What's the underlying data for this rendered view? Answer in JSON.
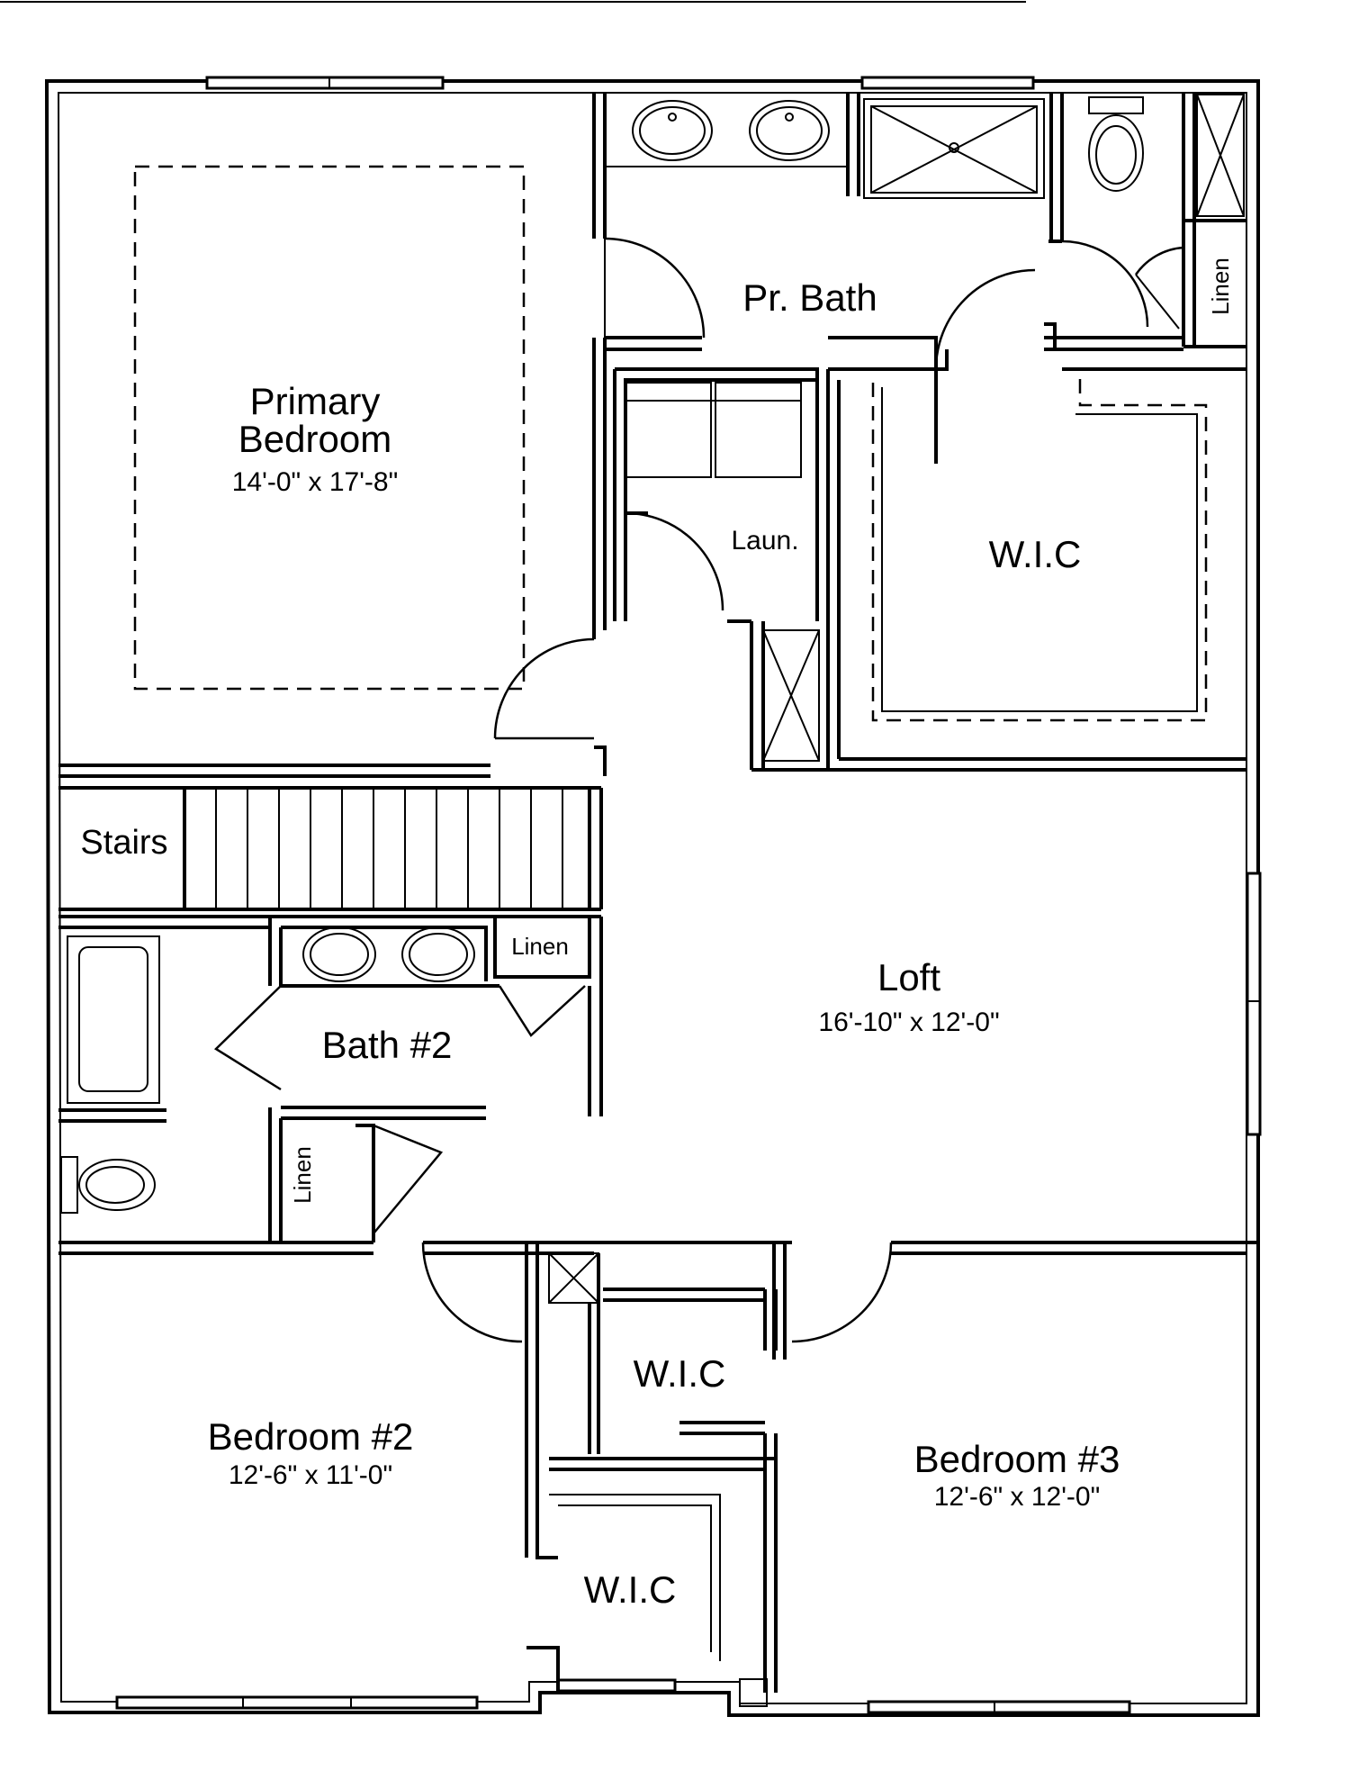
{
  "rooms": {
    "primary_bedroom": {
      "name_line1": "Primary",
      "name_line2": "Bedroom",
      "size": "14'-0\" x 17'-8\""
    },
    "pr_bath": {
      "name": "Pr. Bath"
    },
    "linen_pr": {
      "name": "Linen"
    },
    "laundry": {
      "name": "Laun."
    },
    "wic_primary": {
      "name": "W.I.C"
    },
    "stairs": {
      "name": "Stairs"
    },
    "linen_hall": {
      "name": "Linen"
    },
    "bath2": {
      "name": "Bath #2"
    },
    "linen_bath2": {
      "name": "Linen"
    },
    "loft": {
      "name": "Loft",
      "size": "16'-10\" x 12'-0\""
    },
    "bedroom2": {
      "name": "Bedroom #2",
      "size": "12'-6\" x 11'-0\""
    },
    "wic_bed3": {
      "name": "W.I.C"
    },
    "wic_bed2": {
      "name": "W.I.C"
    },
    "bedroom3": {
      "name": "Bedroom #3",
      "size": "12'-6\" x 12'-0\""
    }
  }
}
